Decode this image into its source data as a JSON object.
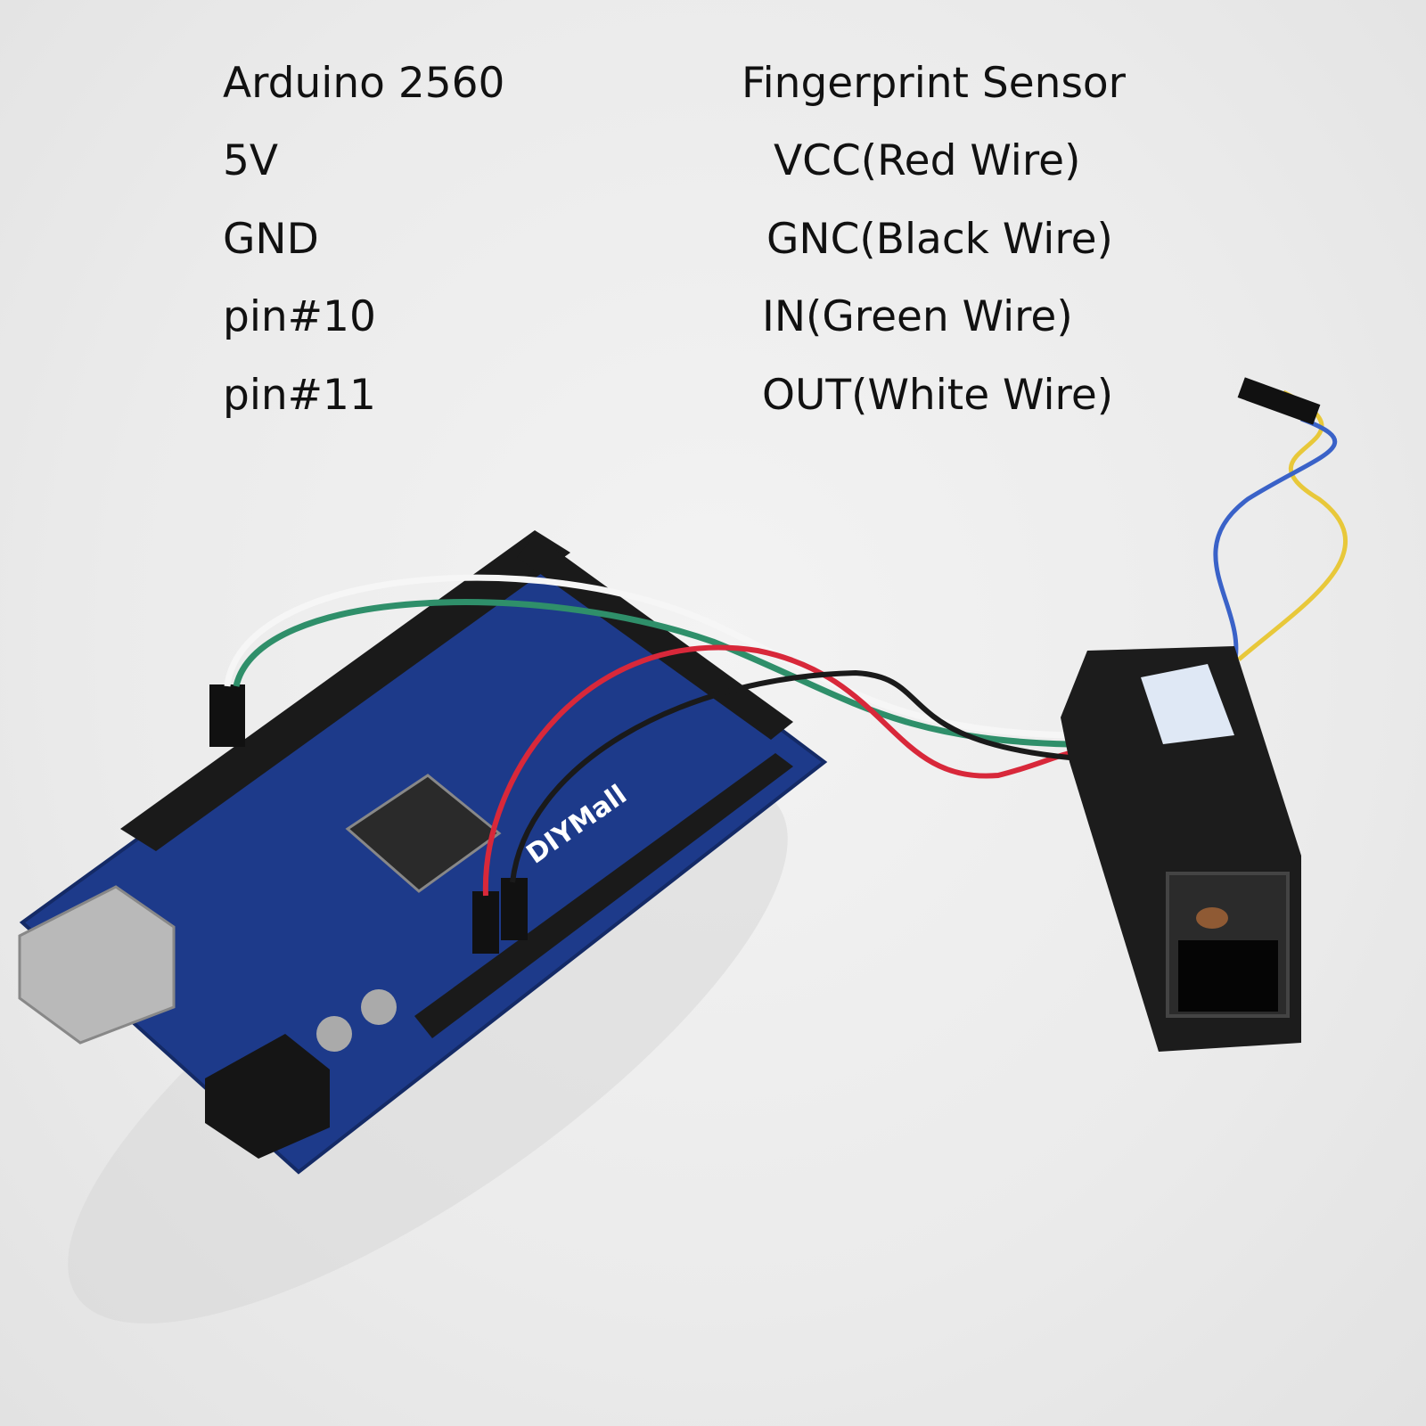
{
  "arduino": {
    "title": "Arduino 2560",
    "pins": [
      "5V",
      "GND",
      "pin#10",
      "pin#11"
    ]
  },
  "sensor": {
    "title": "Fingerprint Sensor",
    "pins": [
      "VCC(Red Wire)",
      "GNC(Black Wire)",
      "IN(Green Wire)",
      "OUT(White Wire)"
    ]
  },
  "photo": {
    "board_logo": "DIYMall",
    "wire_colors": {
      "red": "#d8283a",
      "black": "#1a1a1a",
      "green": "#2f8f6a",
      "white": "#f4f4f4",
      "yellow": "#e8c83a",
      "blue": "#3a62c8"
    },
    "board_color": "#1d3a8a"
  }
}
